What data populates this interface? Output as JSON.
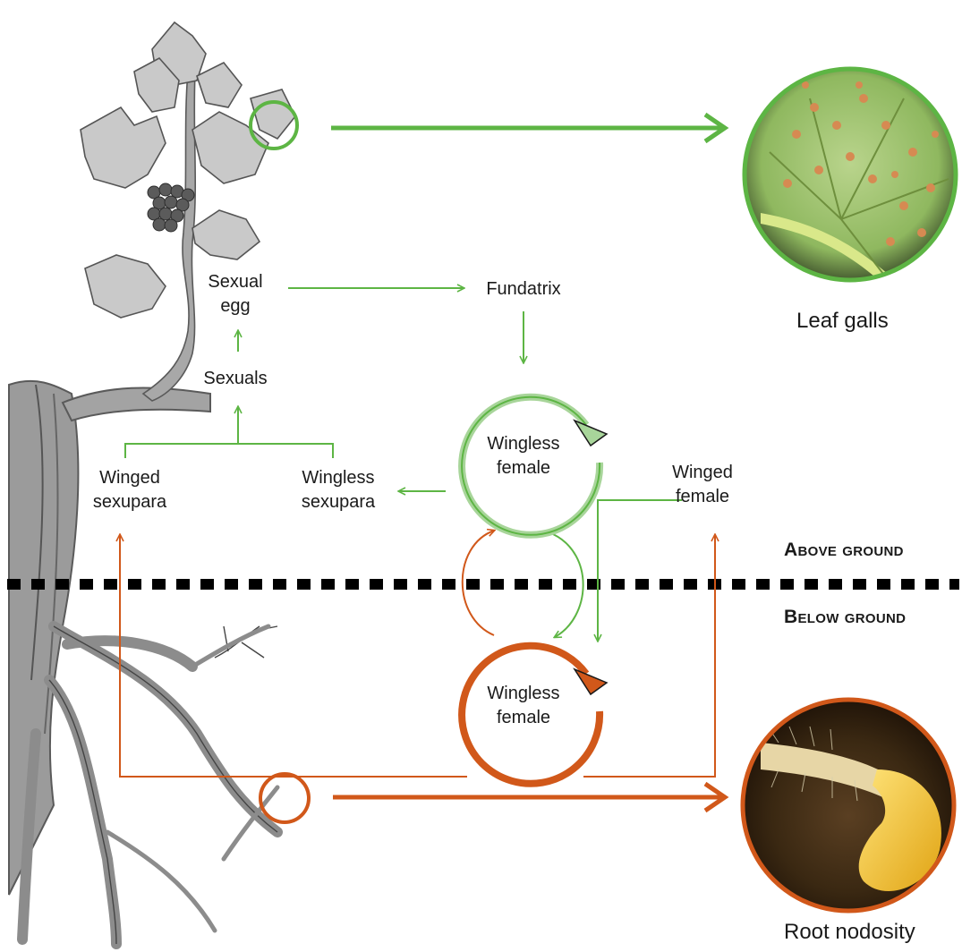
{
  "labels": {
    "sexual_egg": [
      "Sexual",
      "egg"
    ],
    "fundatrix": "Fundatrix",
    "sexuals": "Sexuals",
    "winged_sexupara": [
      "Winged",
      "sexupara"
    ],
    "wingless_sexupara": [
      "Wingless",
      "sexupara"
    ],
    "wingless_female_above": [
      "Wingless",
      "female"
    ],
    "winged_female": [
      "Winged",
      "female"
    ],
    "wingless_female_below": [
      "Wingless",
      "female"
    ]
  },
  "ground": {
    "above": "Above ground",
    "below": "Below ground"
  },
  "captions": {
    "leaf_galls": "Leaf galls",
    "root_nodosity": "Root nodosity"
  },
  "colors": {
    "aerial_cycle": "#5db544",
    "aerial_cycle_light": "#a8d59a",
    "root_cycle": "#d1581a",
    "ground_line": "#000000",
    "plant_gray": "#8a8a8a"
  },
  "icons": [
    "grapevine-illustration",
    "leaf-gall-photo",
    "root-nodosity-photo"
  ]
}
